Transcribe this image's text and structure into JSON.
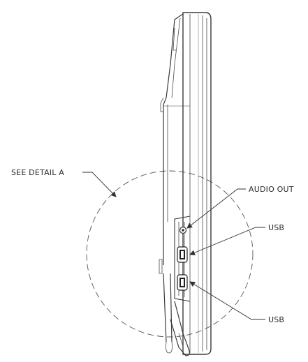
{
  "callouts": {
    "detail": "SEE DETAIL A",
    "audio_out": "AUDIO OUT",
    "usb_upper": "USB",
    "usb_lower": "USB"
  }
}
